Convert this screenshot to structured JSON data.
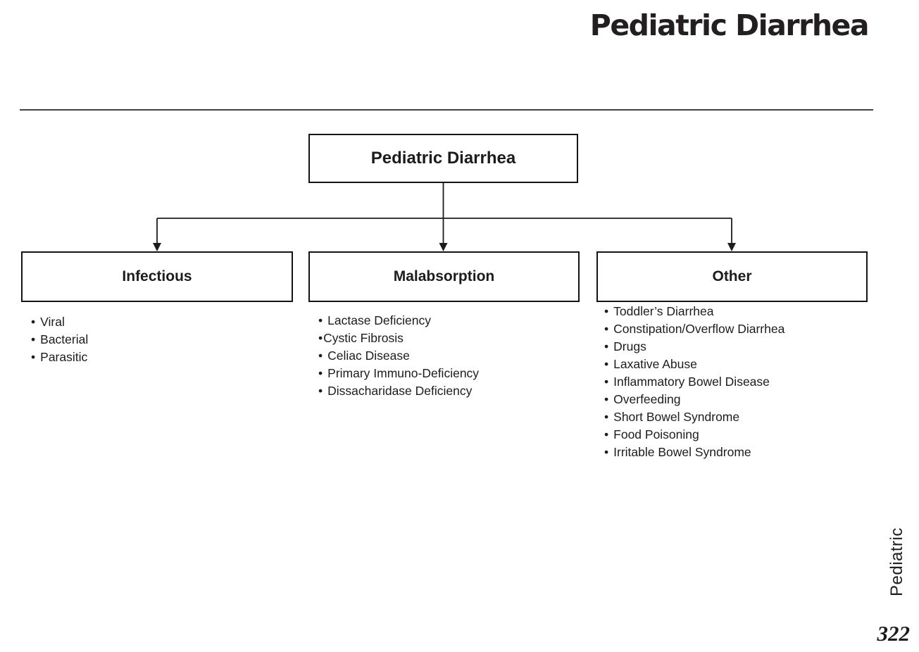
{
  "header": {
    "title": "Pediatric Diarrhea"
  },
  "flowchart": {
    "bullet_char": "•",
    "root": {
      "label": "Pediatric Diarrhea"
    },
    "branches": [
      {
        "label": "Infectious",
        "items": [
          "Viral",
          "Bacterial",
          "Parasitic"
        ]
      },
      {
        "label": "Malabsorption",
        "items": [
          "Lactase Deficiency",
          "Cystic Fibrosis",
          "Celiac Disease",
          "Primary Immuno-Deficiency",
          "Dissacharidase Deficiency"
        ]
      },
      {
        "label": "Other",
        "items": [
          "Toddler’s Diarrhea",
          "Constipation/Overflow Diarrhea",
          "Drugs",
          "Laxative Abuse",
          "Inflammatory Bowel Disease",
          "Overfeeding",
          "Short Bowel Syndrome",
          "Food Poisoning",
          "Irritable Bowel Syndrome"
        ]
      }
    ]
  },
  "footer": {
    "side_label": "Pediatric",
    "page_number": "322"
  },
  "colors": {
    "text": "#231f20",
    "line": "#1c1c1c",
    "rule": "#414141",
    "background": "#ffffff"
  }
}
